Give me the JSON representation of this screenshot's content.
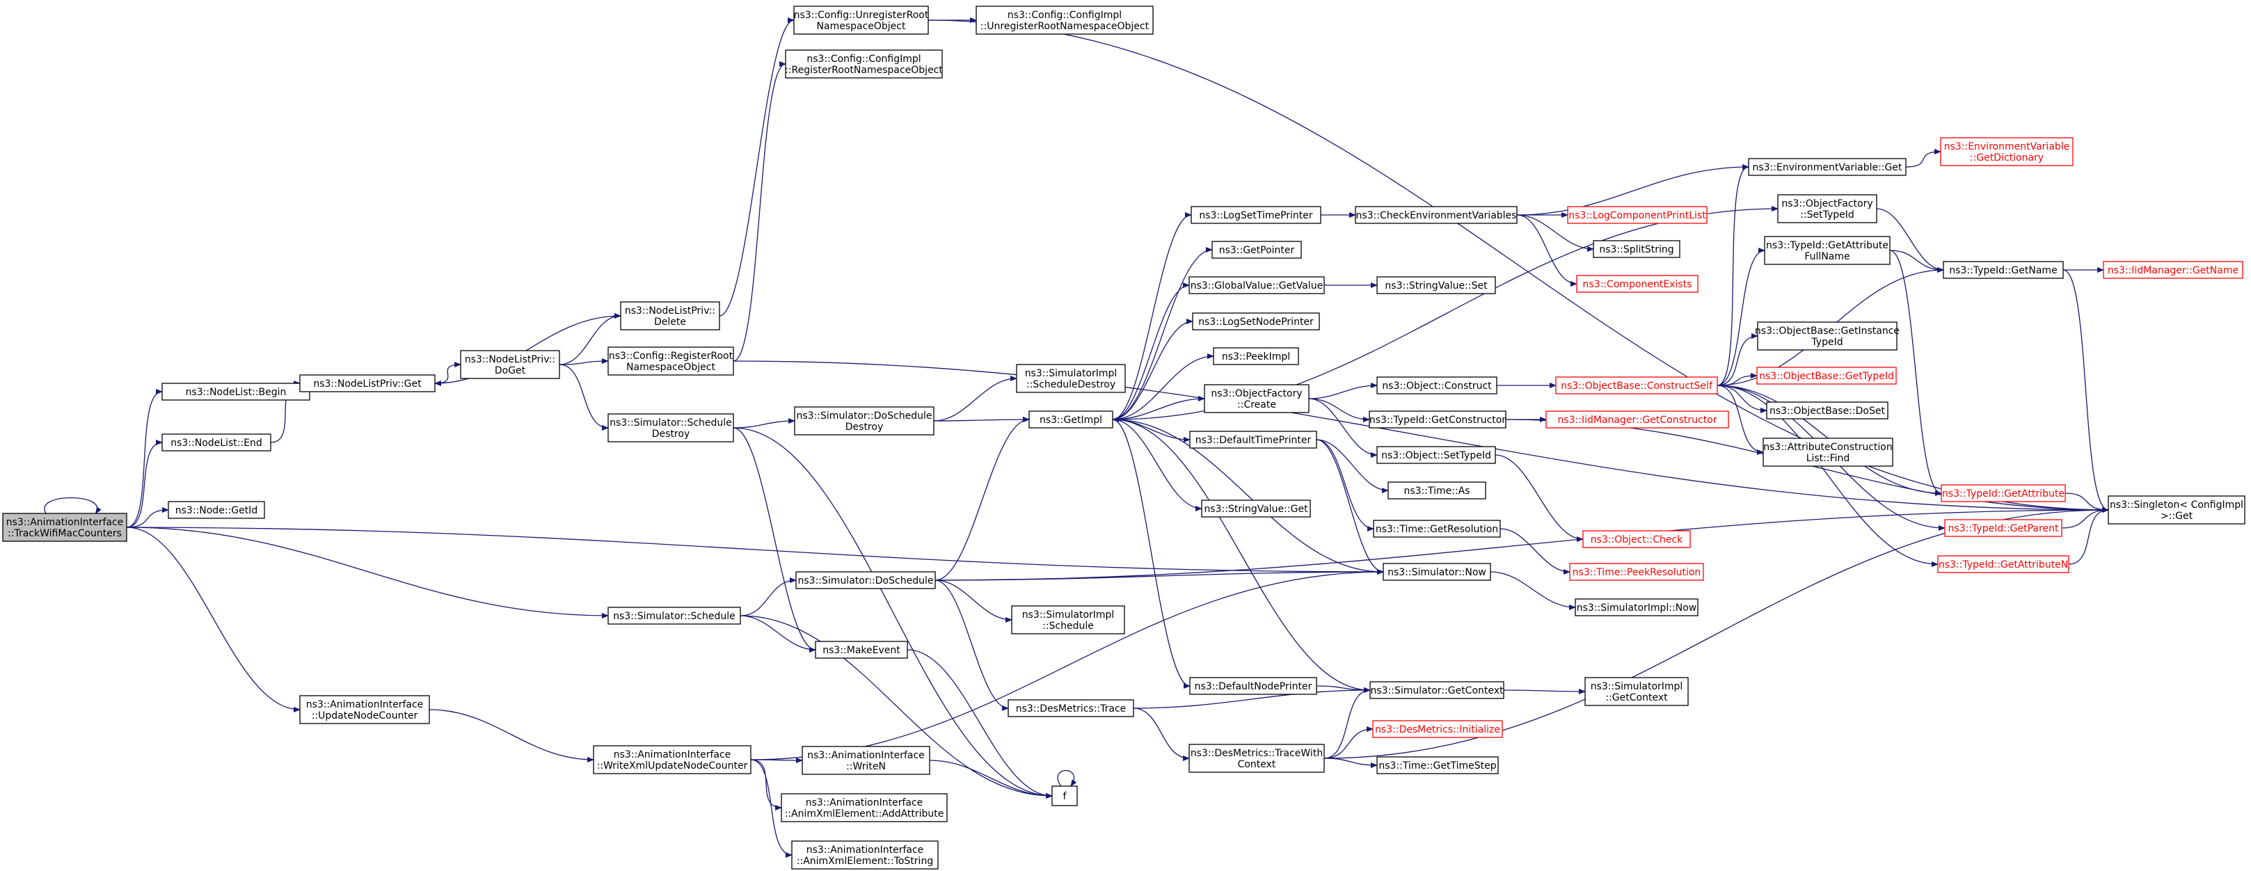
{
  "nodes": [
    {
      "id": "root",
      "lines": [
        "ns3::AnimationInterface",
        "::TrackWifiMacCounters"
      ],
      "style": "root"
    },
    {
      "id": "nl_begin",
      "lines": [
        "ns3::NodeList::Begin"
      ]
    },
    {
      "id": "nl_end",
      "lines": [
        "ns3::NodeList::End"
      ]
    },
    {
      "id": "node_getid",
      "lines": [
        "ns3::Node::GetId"
      ]
    },
    {
      "id": "anim_update",
      "lines": [
        "ns3::AnimationInterface",
        "::UpdateNodeCounter"
      ]
    },
    {
      "id": "nlp_get",
      "lines": [
        "ns3::NodeListPriv::Get"
      ]
    },
    {
      "id": "sim_schedule",
      "lines": [
        "ns3::Simulator::Schedule"
      ]
    },
    {
      "id": "anim_writexml",
      "lines": [
        "ns3::AnimationInterface",
        "::WriteXmlUpdateNodeCounter"
      ]
    },
    {
      "id": "nlp_doget",
      "lines": [
        "ns3::NodeListPriv::",
        "DoGet"
      ]
    },
    {
      "id": "nlp_delete",
      "lines": [
        "ns3::NodeListPriv::",
        "Delete"
      ]
    },
    {
      "id": "cfg_reg",
      "lines": [
        "ns3::Config::RegisterRoot",
        "NamespaceObject"
      ]
    },
    {
      "id": "sim_schdestroy",
      "lines": [
        "ns3::Simulator::Schedule",
        "Destroy"
      ]
    },
    {
      "id": "cfg_unreg",
      "lines": [
        "ns3::Config::UnregisterRoot",
        "NamespaceObject"
      ]
    },
    {
      "id": "cfgimpl_reg",
      "lines": [
        "ns3::Config::ConfigImpl",
        "::RegisterRootNamespaceObject"
      ]
    },
    {
      "id": "cfgimpl_unreg",
      "lines": [
        "ns3::Config::ConfigImpl",
        "::UnregisterRootNamespaceObject"
      ]
    },
    {
      "id": "sim_dosched",
      "lines": [
        "ns3::Simulator::DoSchedule"
      ]
    },
    {
      "id": "makeevent",
      "lines": [
        "ns3::MakeEvent"
      ]
    },
    {
      "id": "anim_writen",
      "lines": [
        "ns3::AnimationInterface",
        "::WriteN"
      ]
    },
    {
      "id": "anim_addattr",
      "lines": [
        "ns3::AnimationInterface",
        "::AnimXmlElement::AddAttribute"
      ]
    },
    {
      "id": "anim_tostring",
      "lines": [
        "ns3::AnimationInterface",
        "::AnimXmlElement::ToString"
      ]
    },
    {
      "id": "sim_doschdestroy",
      "lines": [
        "ns3::Simulator::DoSchedule",
        "Destroy"
      ]
    },
    {
      "id": "f",
      "lines": [
        "f"
      ]
    },
    {
      "id": "simimpl_schdestroy",
      "lines": [
        "ns3::SimulatorImpl",
        "::ScheduleDestroy"
      ]
    },
    {
      "id": "getimpl",
      "lines": [
        "ns3::GetImpl"
      ]
    },
    {
      "id": "simimpl_schedule",
      "lines": [
        "ns3::SimulatorImpl",
        "::Schedule"
      ]
    },
    {
      "id": "desmetrics_trace",
      "lines": [
        "ns3::DesMetrics::Trace"
      ]
    },
    {
      "id": "logsettimeprinter",
      "lines": [
        "ns3::LogSetTimePrinter"
      ]
    },
    {
      "id": "getpointer",
      "lines": [
        "ns3::GetPointer"
      ]
    },
    {
      "id": "gv_getvalue",
      "lines": [
        "ns3::GlobalValue::GetValue"
      ]
    },
    {
      "id": "logsetnodeprinter",
      "lines": [
        "ns3::LogSetNodePrinter"
      ]
    },
    {
      "id": "peekimpl",
      "lines": [
        "ns3::PeekImpl"
      ]
    },
    {
      "id": "of_create",
      "lines": [
        "ns3::ObjectFactory",
        "::Create"
      ]
    },
    {
      "id": "defaulttimeprinter",
      "lines": [
        "ns3::DefaultTimePrinter"
      ]
    },
    {
      "id": "stringvalue_get",
      "lines": [
        "ns3::StringValue::Get"
      ]
    },
    {
      "id": "defaultnodeprinter",
      "lines": [
        "ns3::DefaultNodePrinter"
      ]
    },
    {
      "id": "dm_tracewithctx",
      "lines": [
        "ns3::DesMetrics::TraceWith",
        "Context"
      ]
    },
    {
      "id": "checkenv",
      "lines": [
        "ns3::CheckEnvironmentVariables"
      ]
    },
    {
      "id": "stringvalue_set",
      "lines": [
        "ns3::StringValue::Set"
      ]
    },
    {
      "id": "object_construct",
      "lines": [
        "ns3::Object::Construct"
      ]
    },
    {
      "id": "typeid_getctor",
      "lines": [
        "ns3::TypeId::GetConstructor"
      ]
    },
    {
      "id": "object_settypeid",
      "lines": [
        "ns3::Object::SetTypeId"
      ]
    },
    {
      "id": "time_as",
      "lines": [
        "ns3::Time::As"
      ]
    },
    {
      "id": "time_getres",
      "lines": [
        "ns3::Time::GetResolution"
      ]
    },
    {
      "id": "sim_now",
      "lines": [
        "ns3::Simulator::Now"
      ]
    },
    {
      "id": "sim_getctx",
      "lines": [
        "ns3::Simulator::GetContext"
      ]
    },
    {
      "id": "dm_initialize",
      "lines": [
        "ns3::DesMetrics::Initialize"
      ],
      "style": "red"
    },
    {
      "id": "time_gettimestep",
      "lines": [
        "ns3::Time::GetTimeStep"
      ]
    },
    {
      "id": "logcomplist",
      "lines": [
        "ns3::LogComponentPrintList"
      ],
      "style": "red"
    },
    {
      "id": "splitstring",
      "lines": [
        "ns3::SplitString"
      ]
    },
    {
      "id": "compexists",
      "lines": [
        "ns3::ComponentExists"
      ],
      "style": "red"
    },
    {
      "id": "ob_constructself",
      "lines": [
        "ns3::ObjectBase::ConstructSelf"
      ],
      "style": "red"
    },
    {
      "id": "iid_getctor",
      "lines": [
        "ns3::IidManager::GetConstructor"
      ],
      "style": "red"
    },
    {
      "id": "object_check",
      "lines": [
        "ns3::Object::Check"
      ],
      "style": "red"
    },
    {
      "id": "time_peekres",
      "lines": [
        "ns3::Time::PeekResolution"
      ],
      "style": "red"
    },
    {
      "id": "simimpl_now",
      "lines": [
        "ns3::SimulatorImpl::Now"
      ]
    },
    {
      "id": "simimpl_getctx",
      "lines": [
        "ns3::SimulatorImpl",
        "::GetContext"
      ]
    },
    {
      "id": "envvar_get",
      "lines": [
        "ns3::EnvironmentVariable::Get"
      ]
    },
    {
      "id": "of_settypeid",
      "lines": [
        "ns3::ObjectFactory",
        "::SetTypeId"
      ]
    },
    {
      "id": "typeid_getattrfull",
      "lines": [
        "ns3::TypeId::GetAttribute",
        "FullName"
      ]
    },
    {
      "id": "ob_getinst",
      "lines": [
        "ns3::ObjectBase::GetInstance",
        "TypeId"
      ]
    },
    {
      "id": "ob_gettypeid",
      "lines": [
        "ns3::ObjectBase::GetTypeId"
      ],
      "style": "red"
    },
    {
      "id": "ob_doset",
      "lines": [
        "ns3::ObjectBase::DoSet"
      ]
    },
    {
      "id": "acl_find",
      "lines": [
        "ns3::AttributeConstruction",
        "List::Find"
      ]
    },
    {
      "id": "typeid_getattr",
      "lines": [
        "ns3::TypeId::GetAttribute"
      ],
      "style": "red"
    },
    {
      "id": "typeid_getparent",
      "lines": [
        "ns3::TypeId::GetParent"
      ],
      "style": "red"
    },
    {
      "id": "typeid_getattrn",
      "lines": [
        "ns3::TypeId::GetAttributeN"
      ],
      "style": "red"
    },
    {
      "id": "envvar_getdict",
      "lines": [
        "ns3::EnvironmentVariable",
        "::GetDictionary"
      ],
      "style": "red"
    },
    {
      "id": "typeid_getname",
      "lines": [
        "ns3::TypeId::GetName"
      ]
    },
    {
      "id": "iid_getname",
      "lines": [
        "ns3::IidManager::GetName"
      ],
      "style": "red"
    },
    {
      "id": "singleton_get",
      "lines": [
        "ns3::Singleton< ConfigImpl",
        " >::Get"
      ]
    }
  ],
  "edges": [
    [
      "root",
      "root"
    ],
    [
      "root",
      "nl_begin"
    ],
    [
      "root",
      "nl_end"
    ],
    [
      "root",
      "node_getid"
    ],
    [
      "root",
      "sim_now"
    ],
    [
      "root",
      "sim_schedule"
    ],
    [
      "root",
      "anim_update"
    ],
    [
      "nl_begin",
      "nlp_get"
    ],
    [
      "nl_end",
      "nlp_get"
    ],
    [
      "nlp_get",
      "nlp_doget"
    ],
    [
      "nlp_doget",
      "nlp_delete"
    ],
    [
      "nlp_doget",
      "cfg_reg"
    ],
    [
      "nlp_doget",
      "sim_schdestroy"
    ],
    [
      "nlp_delete",
      "nlp_get"
    ],
    [
      "nlp_delete",
      "cfg_unreg"
    ],
    [
      "cfg_unreg",
      "cfgimpl_unreg"
    ],
    [
      "cfg_unreg",
      "singleton_get"
    ],
    [
      "cfg_reg",
      "cfgimpl_reg"
    ],
    [
      "cfg_reg",
      "singleton_get"
    ],
    [
      "sim_schdestroy",
      "sim_doschdestroy"
    ],
    [
      "sim_schdestroy",
      "makeevent"
    ],
    [
      "sim_schdestroy",
      "f"
    ],
    [
      "sim_doschdestroy",
      "simimpl_schdestroy"
    ],
    [
      "sim_doschdestroy",
      "getimpl"
    ],
    [
      "sim_schedule",
      "sim_dosched"
    ],
    [
      "sim_schedule",
      "makeevent"
    ],
    [
      "sim_schedule",
      "f"
    ],
    [
      "sim_dosched",
      "getimpl"
    ],
    [
      "sim_dosched",
      "sim_now"
    ],
    [
      "sim_dosched",
      "simimpl_schedule"
    ],
    [
      "sim_dosched",
      "desmetrics_trace"
    ],
    [
      "sim_dosched",
      "singleton_get"
    ],
    [
      "makeevent",
      "f"
    ],
    [
      "f",
      "f"
    ],
    [
      "anim_update",
      "anim_writexml"
    ],
    [
      "anim_writexml",
      "sim_now"
    ],
    [
      "anim_writexml",
      "anim_writen"
    ],
    [
      "anim_writexml",
      "anim_addattr"
    ],
    [
      "anim_writexml",
      "anim_tostring"
    ],
    [
      "anim_writen",
      "f"
    ],
    [
      "getimpl",
      "logsettimeprinter"
    ],
    [
      "getimpl",
      "getpointer"
    ],
    [
      "getimpl",
      "gv_getvalue"
    ],
    [
      "getimpl",
      "logsetnodeprinter"
    ],
    [
      "getimpl",
      "peekimpl"
    ],
    [
      "getimpl",
      "of_create"
    ],
    [
      "getimpl",
      "defaulttimeprinter"
    ],
    [
      "getimpl",
      "stringvalue_get"
    ],
    [
      "getimpl",
      "defaultnodeprinter"
    ],
    [
      "getimpl",
      "of_settypeid"
    ],
    [
      "logsettimeprinter",
      "checkenv"
    ],
    [
      "checkenv",
      "envvar_get"
    ],
    [
      "checkenv",
      "logcomplist"
    ],
    [
      "checkenv",
      "splitstring"
    ],
    [
      "checkenv",
      "compexists"
    ],
    [
      "gv_getvalue",
      "stringvalue_set"
    ],
    [
      "of_create",
      "object_construct"
    ],
    [
      "of_create",
      "typeid_getctor"
    ],
    [
      "of_create",
      "object_settypeid"
    ],
    [
      "object_construct",
      "ob_constructself"
    ],
    [
      "typeid_getctor",
      "iid_getctor"
    ],
    [
      "typeid_getctor",
      "singleton_get"
    ],
    [
      "object_settypeid",
      "object_check"
    ],
    [
      "defaulttimeprinter",
      "sim_now"
    ],
    [
      "defaulttimeprinter",
      "time_as"
    ],
    [
      "defaulttimeprinter",
      "time_getres"
    ],
    [
      "time_getres",
      "time_peekres"
    ],
    [
      "sim_now",
      "getimpl"
    ],
    [
      "sim_now",
      "simimpl_now"
    ],
    [
      "defaultnodeprinter",
      "sim_getctx"
    ],
    [
      "sim_getctx",
      "getimpl"
    ],
    [
      "sim_getctx",
      "simimpl_getctx"
    ],
    [
      "desmetrics_trace",
      "sim_getctx"
    ],
    [
      "desmetrics_trace",
      "dm_tracewithctx"
    ],
    [
      "dm_tracewithctx",
      "sim_getctx"
    ],
    [
      "dm_tracewithctx",
      "dm_initialize"
    ],
    [
      "dm_tracewithctx",
      "time_gettimestep"
    ],
    [
      "dm_tracewithctx",
      "singleton_get"
    ],
    [
      "envvar_get",
      "envvar_getdict"
    ],
    [
      "of_settypeid",
      "typeid_getname"
    ],
    [
      "ob_constructself",
      "envvar_get"
    ],
    [
      "ob_constructself",
      "typeid_getname"
    ],
    [
      "ob_constructself",
      "typeid_getattrfull"
    ],
    [
      "ob_constructself",
      "ob_getinst"
    ],
    [
      "ob_constructself",
      "ob_gettypeid"
    ],
    [
      "ob_constructself",
      "ob_doset"
    ],
    [
      "ob_constructself",
      "acl_find"
    ],
    [
      "ob_constructself",
      "typeid_getattr"
    ],
    [
      "ob_constructself",
      "typeid_getparent"
    ],
    [
      "ob_constructself",
      "typeid_getattrn"
    ],
    [
      "typeid_getattrfull",
      "typeid_getname"
    ],
    [
      "typeid_getattrfull",
      "typeid_getattr"
    ],
    [
      "typeid_getname",
      "iid_getname"
    ],
    [
      "typeid_getname",
      "singleton_get"
    ],
    [
      "typeid_getattr",
      "singleton_get"
    ],
    [
      "typeid_getparent",
      "singleton_get"
    ],
    [
      "typeid_getattrn",
      "singleton_get"
    ]
  ]
}
